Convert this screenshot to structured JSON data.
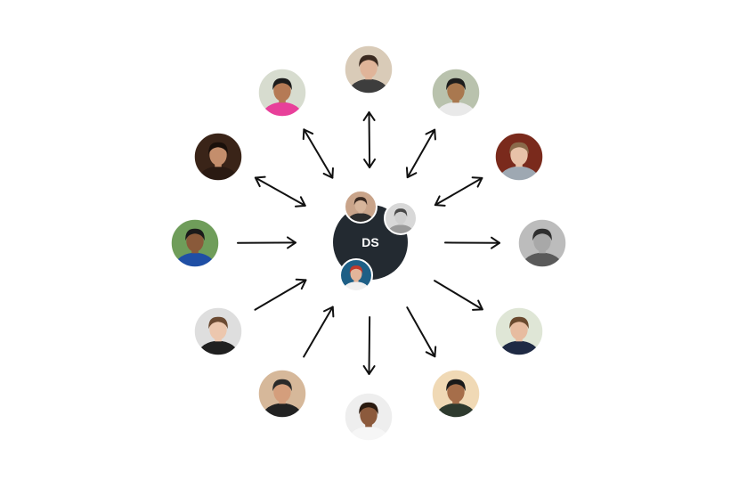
{
  "hub": {
    "label": "DS",
    "color": "#232a31",
    "members": [
      {
        "id": "hub-member-top",
        "bg": "#c9a48a",
        "skin": "#d7b59b",
        "hair": "#3a2a22",
        "shirt": "#2c2c2c"
      },
      {
        "id": "hub-member-right",
        "bg": "#d8d8d8",
        "skin": "#cfcfcf",
        "hair": "#4a4a4a",
        "shirt": "#9a9a9a"
      },
      {
        "id": "hub-member-bottom",
        "bg": "#1e5f86",
        "skin": "#e2b59a",
        "hair": "#c0392b",
        "shirt": "#f0f0f0"
      }
    ]
  },
  "people": [
    {
      "id": "person-top",
      "bg": "#d9cbb8",
      "skin": "#e0b499",
      "hair": "#3b2a20",
      "shirt": "#3d3d3d",
      "arrow": "both"
    },
    {
      "id": "person-top-right",
      "bg": "#b9c2ad",
      "skin": "#a9784f",
      "hair": "#1d1d1d",
      "shirt": "#e9e9e9",
      "arrow": "both"
    },
    {
      "id": "person-upper-right",
      "bg": "#7a2a1c",
      "skin": "#e8c2a8",
      "hair": "#8a6a4a",
      "shirt": "#9ea8b2",
      "arrow": "both"
    },
    {
      "id": "person-right",
      "bg": "#bcbcbc",
      "skin": "#a8a8a8",
      "hair": "#2e2e2e",
      "shirt": "#5a5a5a",
      "arrow": "out"
    },
    {
      "id": "person-lower-right",
      "bg": "#dfe6d6",
      "skin": "#e7bca0",
      "hair": "#6a4a2e",
      "shirt": "#1f2a44",
      "arrow": "out"
    },
    {
      "id": "person-bottom-right",
      "bg": "#f0d9b5",
      "skin": "#a66e4a",
      "hair": "#1a1a1a",
      "shirt": "#2e3a2e",
      "arrow": "out"
    },
    {
      "id": "person-bottom",
      "bg": "#eeeeee",
      "skin": "#8c5a3c",
      "hair": "#2a1a10",
      "shirt": "#f6f6f6",
      "arrow": "out"
    },
    {
      "id": "person-bottom-left",
      "bg": "#d6b89a",
      "skin": "#d49e7c",
      "hair": "#2a2a2a",
      "shirt": "#222222",
      "arrow": "in"
    },
    {
      "id": "person-lower-left",
      "bg": "#dedede",
      "skin": "#ecc7ae",
      "hair": "#6b4a32",
      "shirt": "#202020",
      "arrow": "in"
    },
    {
      "id": "person-left",
      "bg": "#6f9d5a",
      "skin": "#8a5a3a",
      "hair": "#1a1a1a",
      "shirt": "#1f4fa5",
      "arrow": "in"
    },
    {
      "id": "person-upper-left",
      "bg": "#3a2418",
      "skin": "#c48e6c",
      "hair": "#1a100a",
      "shirt": "#2a1a12",
      "arrow": "both"
    },
    {
      "id": "person-top-left",
      "bg": "#d7dccf",
      "skin": "#b57a55",
      "hair": "#1c1c1c",
      "shirt": "#e8409a",
      "arrow": "both"
    }
  ]
}
